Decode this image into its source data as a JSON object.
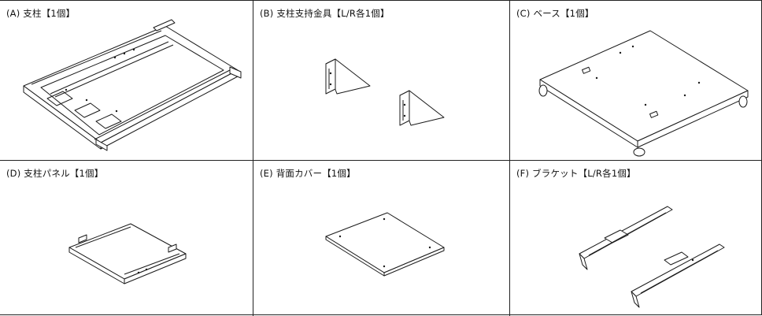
{
  "parts": [
    {
      "label": "(A) 支柱【1個】",
      "icon": "column-frame-drawing"
    },
    {
      "label": "(B) 支柱支持金具【L/R各1個】",
      "icon": "column-support-bracket-drawing"
    },
    {
      "label": "(C) ベース【1個】",
      "icon": "base-with-casters-drawing"
    },
    {
      "label": "(D) 支柱パネル【1個】",
      "icon": "column-panel-drawing"
    },
    {
      "label": "(E) 背面カバー【1個】",
      "icon": "back-cover-drawing"
    },
    {
      "label": "(F) ブラケット【L/R各1個】",
      "icon": "bracket-drawing"
    }
  ]
}
